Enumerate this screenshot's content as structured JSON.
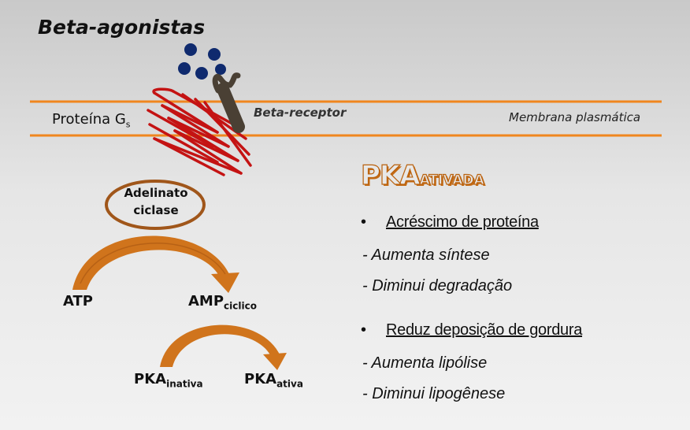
{
  "title": "Beta-agonistas",
  "membrane": {
    "protein_label": "Proteína G",
    "protein_sub": "s",
    "receptor_label": "Beta-receptor",
    "membrane_label": "Membrana plasmática"
  },
  "colors": {
    "membrane": "#f0861e",
    "helix": "#c41313",
    "ligand": "#0f2a6e",
    "receptor": "#4a4034",
    "arrow": "#d0741c",
    "enzyme_ring": "#a0561a"
  },
  "enzyme": {
    "line1": "Adelinato",
    "line2": "ciclase"
  },
  "molecules": {
    "atp": "ATP",
    "amp": "AMP",
    "amp_sub": "ciclico",
    "pka_inactive": "PKA",
    "pka_inactive_sub": "inativa",
    "pka_active": "PKA",
    "pka_active_sub": "ativa"
  },
  "pka_heading": {
    "main": "PKA",
    "sub": "ATIVADA"
  },
  "effects": [
    {
      "bullet": "•",
      "label": "Acréscimo de proteína",
      "items": [
        "- Aumenta síntese",
        "- Diminui degradação"
      ]
    },
    {
      "bullet": "•",
      "label": "Reduz deposição de gordura",
      "items": [
        "- Aumenta lipólise",
        "- Diminui lipogênese"
      ]
    }
  ]
}
